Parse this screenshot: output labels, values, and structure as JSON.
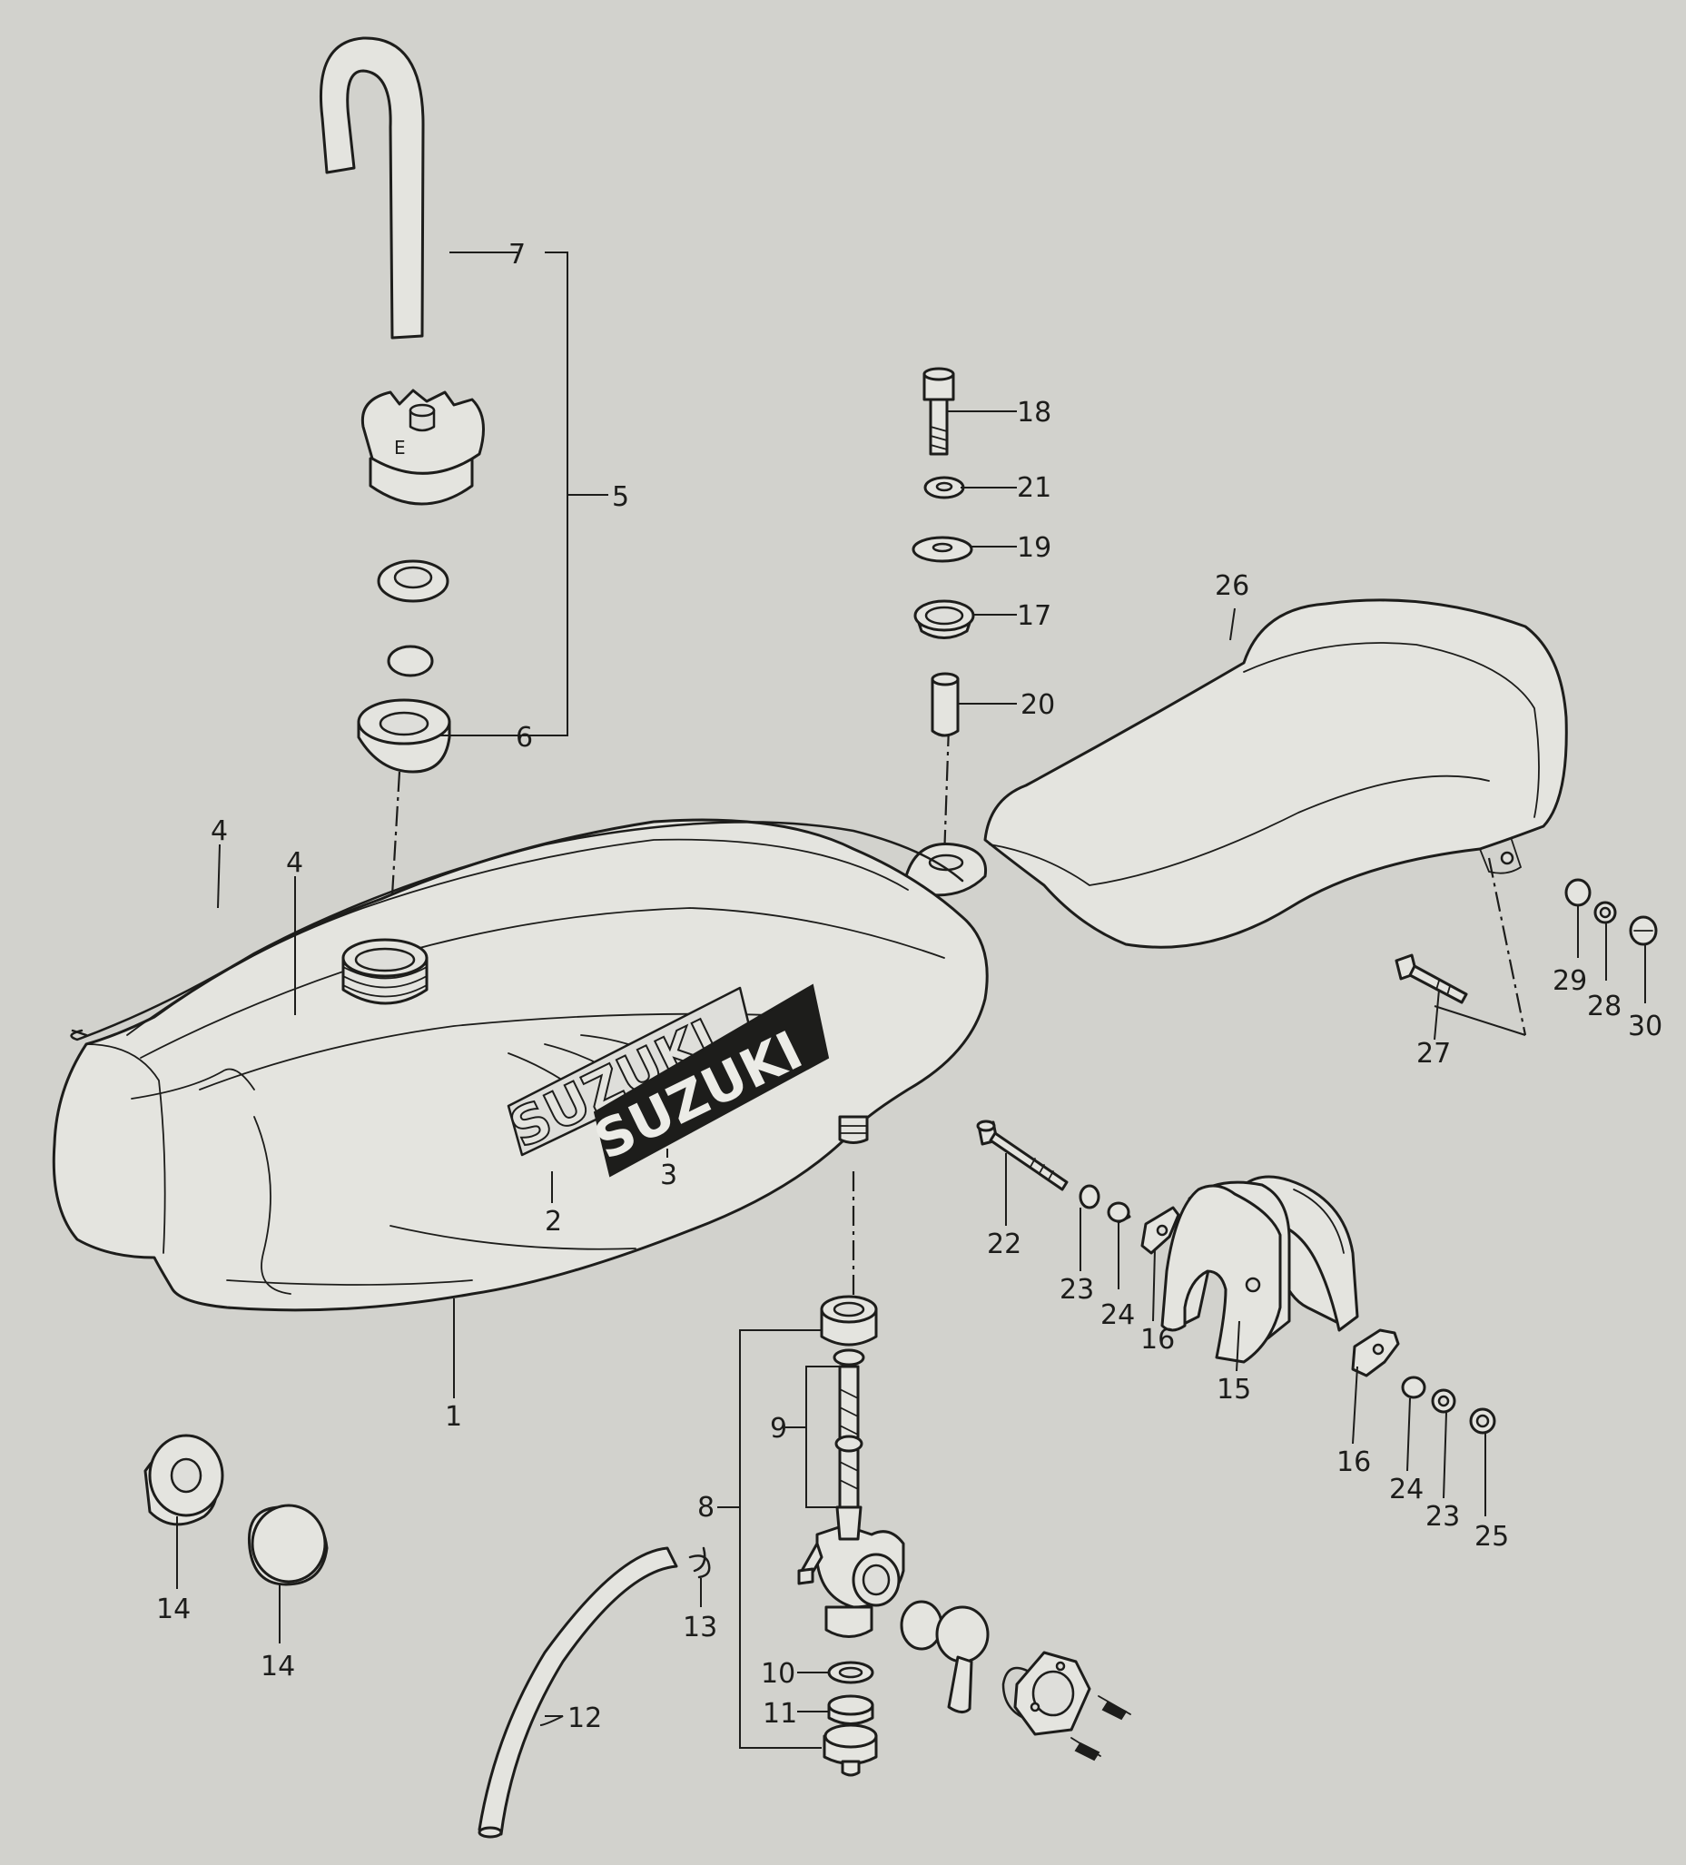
{
  "emblems": {
    "front": "SUZUKI",
    "rear": "SUZUKI"
  },
  "cap_mark": "E",
  "callouts": [
    {
      "id": "c7",
      "text": "7"
    },
    {
      "id": "c5",
      "text": "5"
    },
    {
      "id": "c6",
      "text": "6"
    },
    {
      "id": "c4a",
      "text": "4"
    },
    {
      "id": "c4b",
      "text": "4"
    },
    {
      "id": "c2",
      "text": "2"
    },
    {
      "id": "c3",
      "text": "3"
    },
    {
      "id": "c1",
      "text": "1"
    },
    {
      "id": "c18",
      "text": "18"
    },
    {
      "id": "c21",
      "text": "21"
    },
    {
      "id": "c19",
      "text": "19"
    },
    {
      "id": "c17",
      "text": "17"
    },
    {
      "id": "c20",
      "text": "20"
    },
    {
      "id": "c26",
      "text": "26"
    },
    {
      "id": "c29",
      "text": "29"
    },
    {
      "id": "c28",
      "text": "28"
    },
    {
      "id": "c30",
      "text": "30"
    },
    {
      "id": "c27",
      "text": "27"
    },
    {
      "id": "c22",
      "text": "22"
    },
    {
      "id": "c23a",
      "text": "23"
    },
    {
      "id": "c24a",
      "text": "24"
    },
    {
      "id": "c16a",
      "text": "16"
    },
    {
      "id": "c15",
      "text": "15"
    },
    {
      "id": "c16b",
      "text": "16"
    },
    {
      "id": "c24b",
      "text": "24"
    },
    {
      "id": "c23b",
      "text": "23"
    },
    {
      "id": "c25",
      "text": "25"
    },
    {
      "id": "c9",
      "text": "9"
    },
    {
      "id": "c8",
      "text": "8"
    },
    {
      "id": "c13",
      "text": "13"
    },
    {
      "id": "c10",
      "text": "10"
    },
    {
      "id": "c11",
      "text": "11"
    },
    {
      "id": "c12",
      "text": "12"
    },
    {
      "id": "c14a",
      "text": "14"
    },
    {
      "id": "c14b",
      "text": "14"
    }
  ]
}
